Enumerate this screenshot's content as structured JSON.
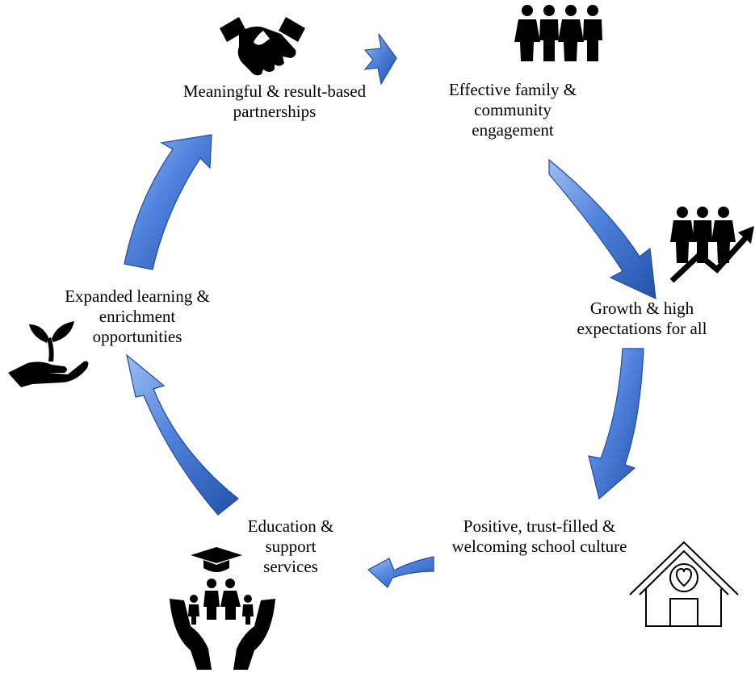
{
  "steps": [
    {
      "lines": [
        "Meaningful & result-based",
        "partnerships"
      ],
      "icon": "handshake-icon"
    },
    {
      "lines": [
        "Effective family &",
        "community",
        "engagement"
      ],
      "icon": "people-group-icon"
    },
    {
      "lines": [
        "Growth & high",
        "expectations for all"
      ],
      "icon": "people-growth-icon"
    },
    {
      "lines": [
        "Positive, trust-filled &",
        "welcoming school culture"
      ],
      "icon": "house-heart-icon"
    },
    {
      "lines": [
        "Education &",
        "support",
        "services"
      ],
      "icon": "family-graduation-hands-icon"
    },
    {
      "lines": [
        "Expanded learning &",
        "enrichment",
        "opportunities"
      ],
      "icon": "hand-plant-icon"
    }
  ],
  "colors": {
    "arrow_light": "#8fb4ee",
    "arrow_mid": "#4f82dd",
    "arrow_dark": "#2452a8",
    "text": "#000000"
  }
}
